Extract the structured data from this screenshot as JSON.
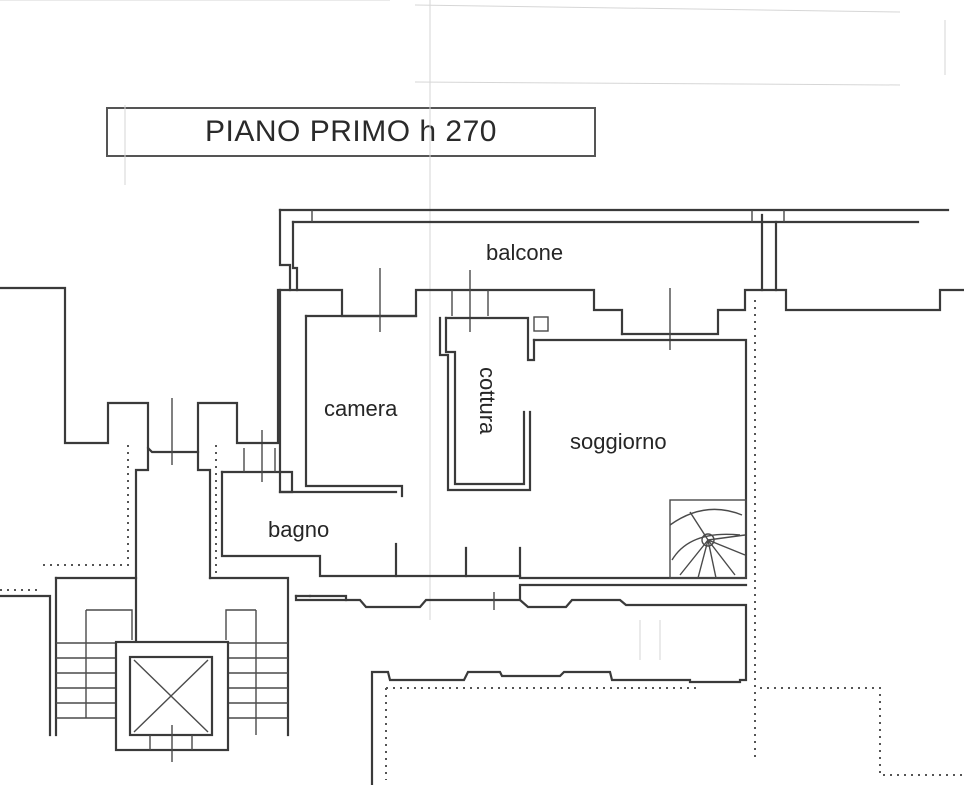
{
  "title": {
    "text": "PIANO PRIMO h 270"
  },
  "rooms": [
    {
      "name": "balcone",
      "label": "balcone"
    },
    {
      "name": "camera",
      "label": "camera"
    },
    {
      "name": "cottura",
      "label": "cottura"
    },
    {
      "name": "soggiorno",
      "label": "soggiorno"
    },
    {
      "name": "bagno",
      "label": "bagno"
    }
  ],
  "colors": {
    "ink": "#3a3a3a",
    "background": "#ffffff"
  }
}
